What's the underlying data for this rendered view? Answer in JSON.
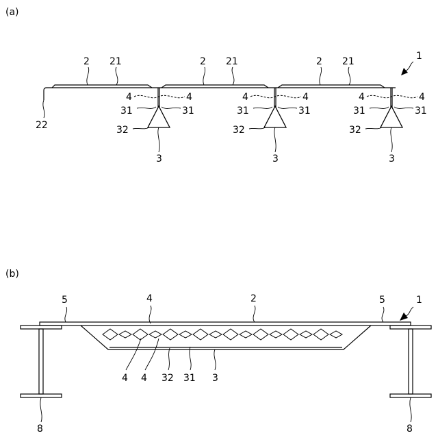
{
  "panel_a": {
    "tag": "(a)",
    "units": [
      {
        "plate": "2",
        "skin": "21",
        "ref_l": "4",
        "ref_r": "4",
        "web_l": "31",
        "web_r": "31",
        "flange": "32",
        "rib": "3"
      },
      {
        "plate": "2",
        "skin": "21",
        "ref_l": "4",
        "ref_r": "4",
        "web_l": "31",
        "web_r": "31",
        "flange": "32",
        "rib": "3"
      },
      {
        "plate": "2",
        "skin": "21",
        "ref_l": "4",
        "ref_r": "4",
        "web_l": "31",
        "web_r": "31",
        "flange": "32",
        "rib": "3"
      }
    ],
    "edge_label": "22",
    "assembly_label": "1"
  },
  "panel_b": {
    "tag": "(b)",
    "top_labels": {
      "left_5": "5",
      "hole_4": "4",
      "plate_2": "2",
      "right_5": "5",
      "assembly_1": "1"
    },
    "bottom_labels": {
      "hole_a": "4",
      "hole_b": "4",
      "flange": "32",
      "web": "31",
      "rib": "3"
    },
    "girder_left": "8",
    "girder_right": "8"
  }
}
